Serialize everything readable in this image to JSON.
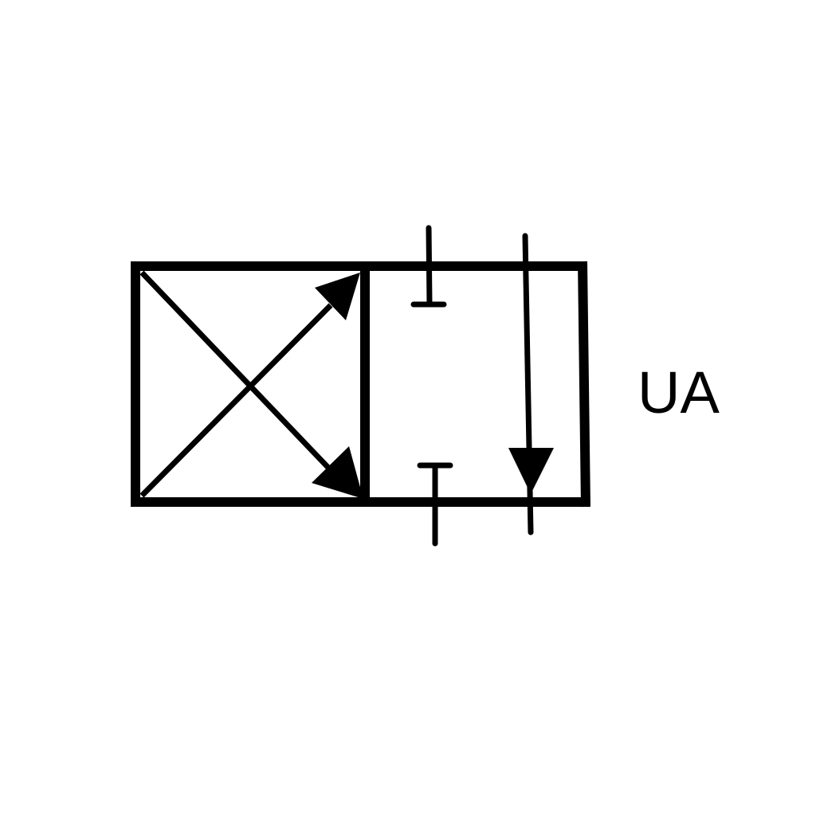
{
  "diagram": {
    "type": "hydraulic-valve-symbol",
    "label": "UA",
    "colors": {
      "stroke": "#000000",
      "background": "#ffffff"
    },
    "envelopes": [
      {
        "name": "left-envelope",
        "content": "crossed flow arrows"
      },
      {
        "name": "right-envelope",
        "content": "blocked ports and straight-through flow arrow"
      }
    ]
  }
}
